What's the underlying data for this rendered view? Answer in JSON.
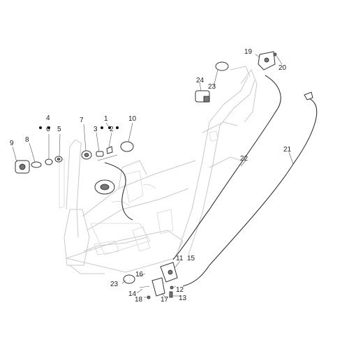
{
  "diagram": {
    "labels": {
      "l1": "1",
      "l2": "2",
      "l3": "3",
      "l4": "4",
      "l5": "5",
      "l6": "6",
      "l7": "7",
      "l8": "8",
      "l9": "9",
      "l10": "10",
      "l11": "11",
      "l12": "12",
      "l13": "13",
      "l14": "14",
      "l15": "15",
      "l16": "16",
      "l17": "17",
      "l18": "18",
      "l19": "19",
      "l20": "20",
      "l21": "21",
      "l22": "22",
      "l23a": "23",
      "l23b": "23",
      "l24": "24"
    }
  }
}
